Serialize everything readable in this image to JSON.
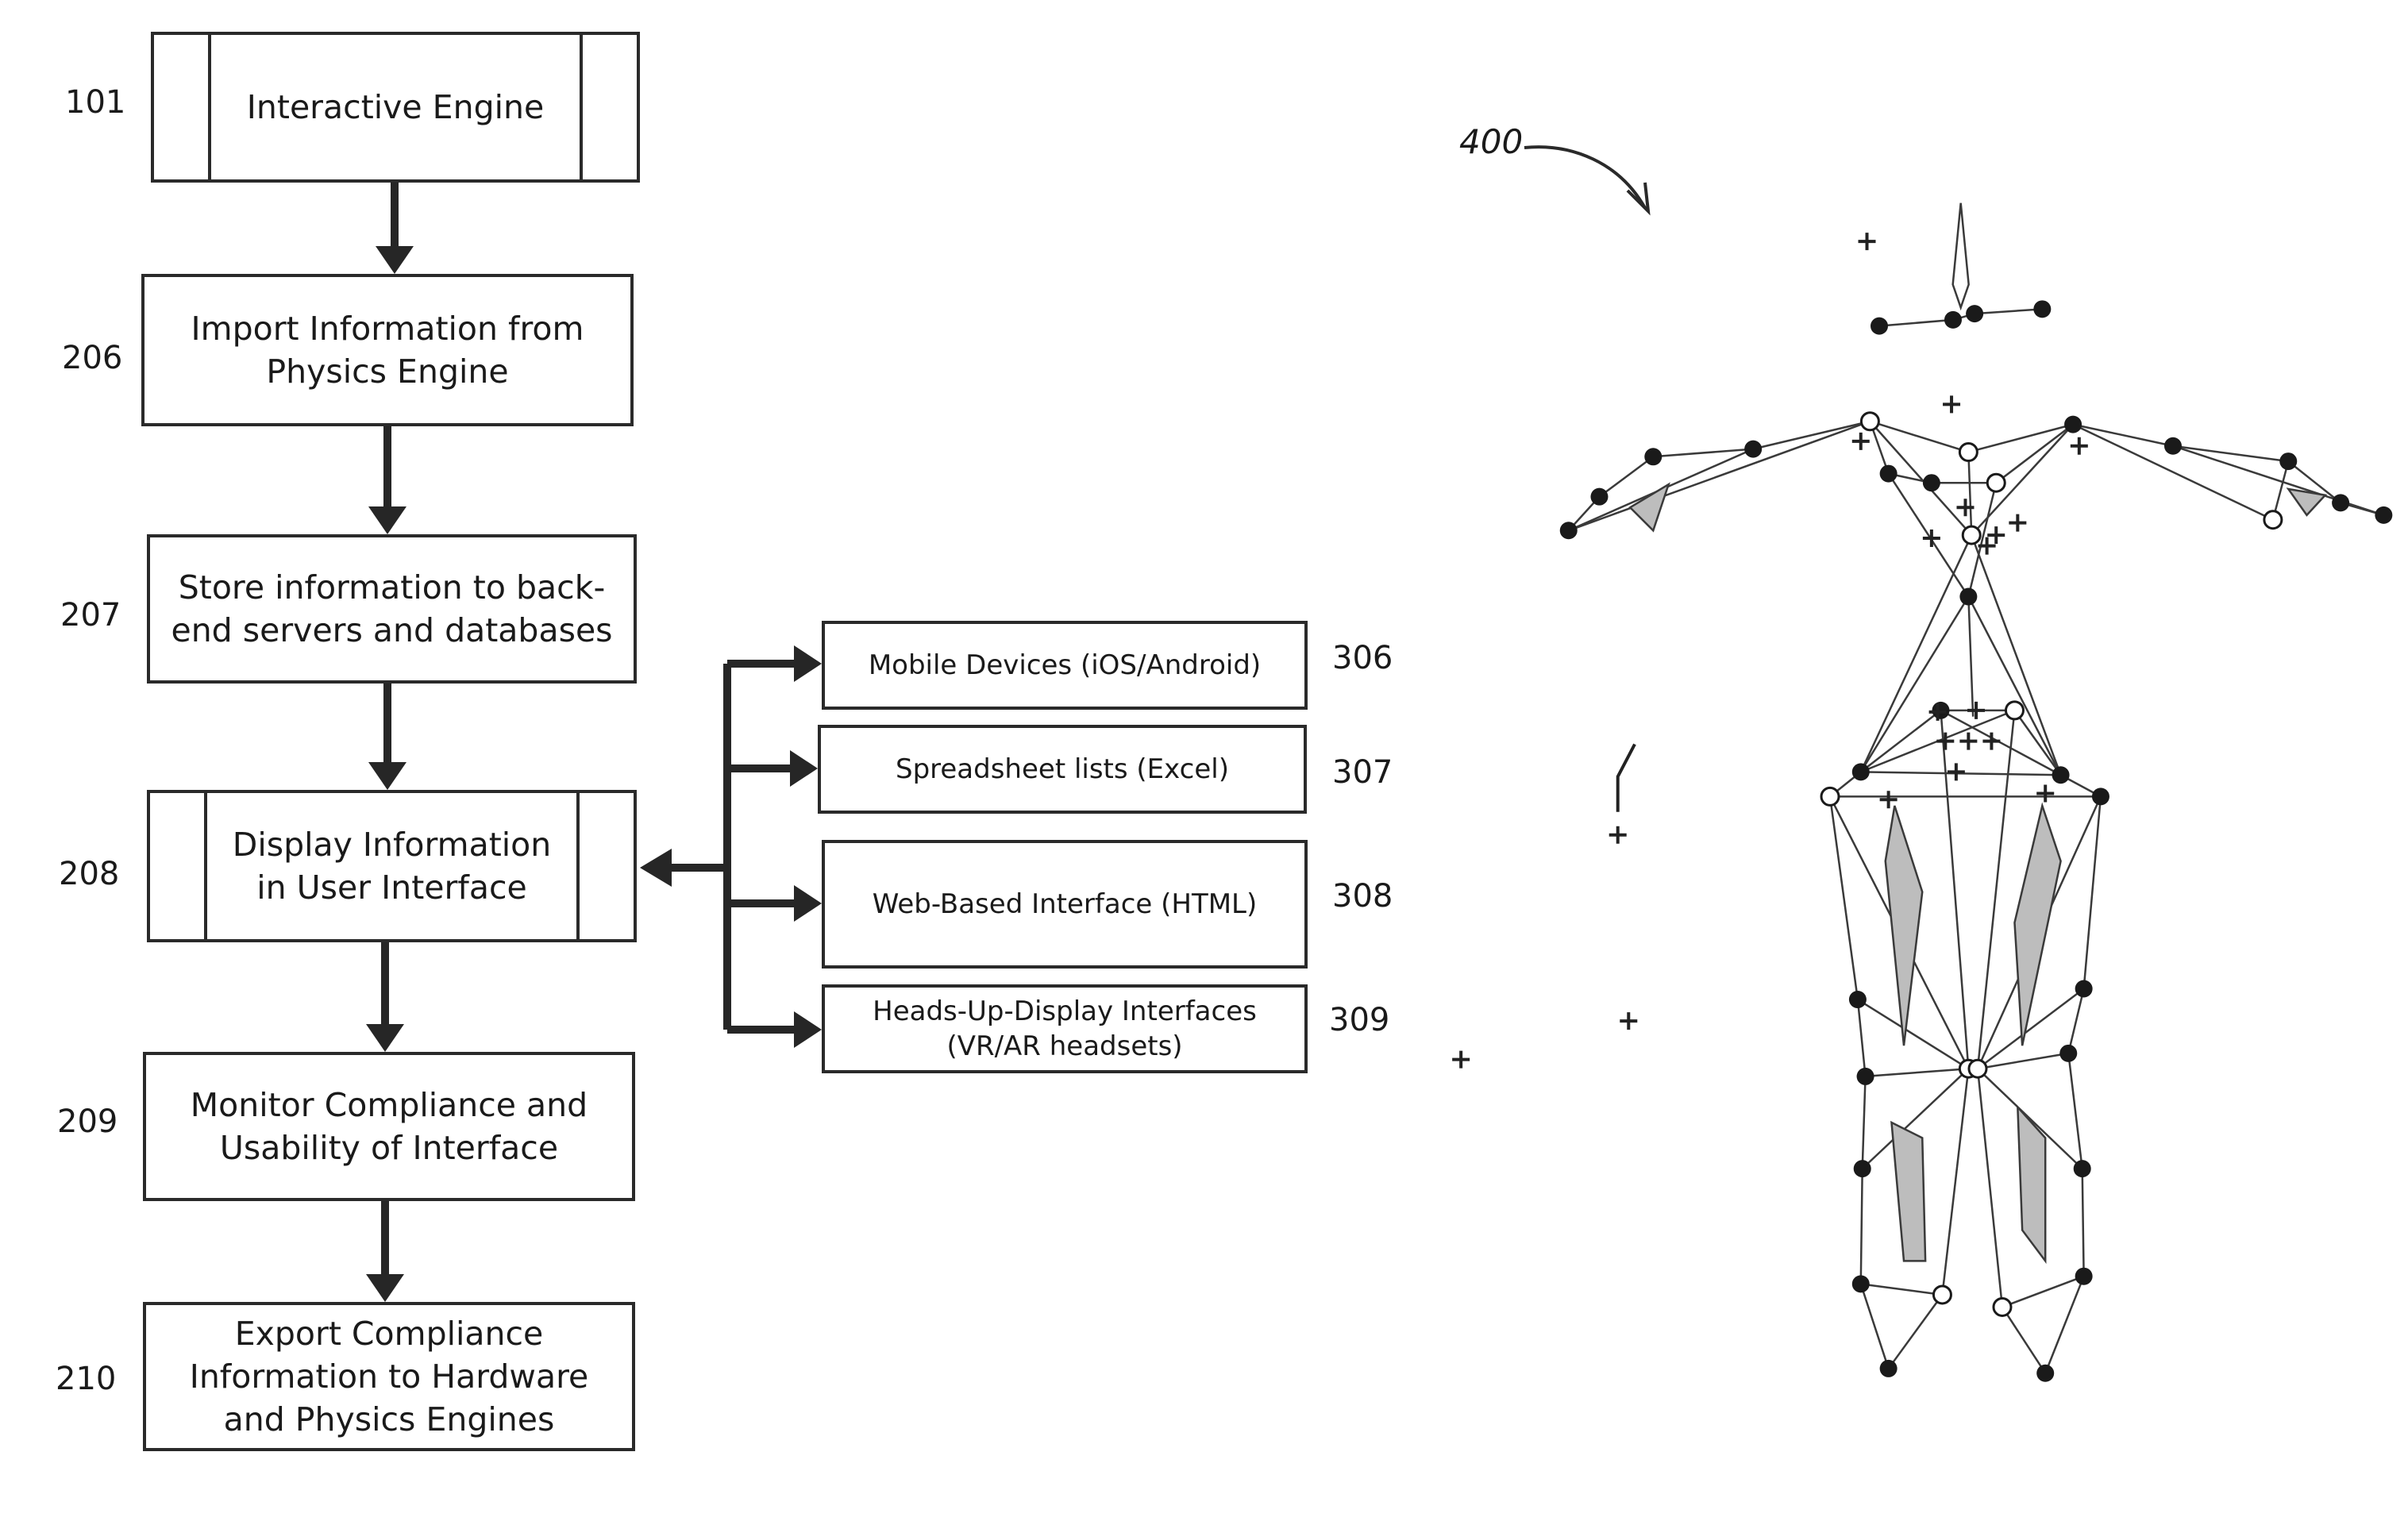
{
  "flowchart": {
    "steps": [
      {
        "ref": "101",
        "label": "Interactive Engine"
      },
      {
        "ref": "206",
        "label": "Import Information from\nPhysics Engine"
      },
      {
        "ref": "207",
        "label": "Store information to back-\nend servers and databases"
      },
      {
        "ref": "208",
        "label": "Display Information\nin User Interface"
      },
      {
        "ref": "209",
        "label": "Monitor Compliance and\nUsability of Interface"
      },
      {
        "ref": "210",
        "label": "Export Compliance\nInformation to Hardware\nand Physics Engines"
      }
    ],
    "outputs": [
      {
        "ref": "306",
        "label": "Mobile Devices (iOS/Android)"
      },
      {
        "ref": "307",
        "label": "Spreadsheet lists (Excel)"
      },
      {
        "ref": "308",
        "label": "Web-Based Interface (HTML)"
      },
      {
        "ref": "309",
        "label": "Heads-Up-Display Interfaces\n(VR/AR headsets)"
      }
    ]
  },
  "figure": {
    "ref": "400",
    "icon": "skeletal-body-model"
  }
}
